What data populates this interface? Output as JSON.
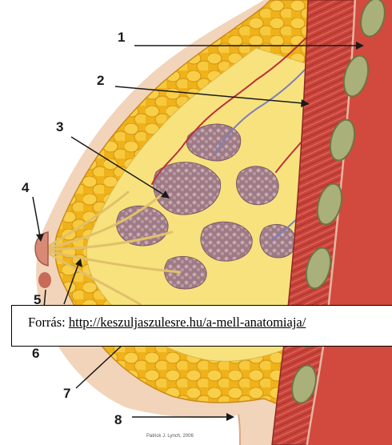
{
  "labels": [
    "1",
    "2",
    "3",
    "4",
    "5",
    "6",
    "7",
    "8"
  ],
  "credit": "Patrick J. Lynch, 2006",
  "source": {
    "prefix": "Forrás: ",
    "link": "http://keszuljaszulesre.hu/a-mell-anatomiaja/"
  },
  "colors": {
    "skin": "#f1d4b9",
    "fat": "#f2b61c",
    "tissue": "#f7e27e",
    "lobules": "#a7858a",
    "muscle": "#c9423a",
    "rib": "#a9b07a"
  }
}
